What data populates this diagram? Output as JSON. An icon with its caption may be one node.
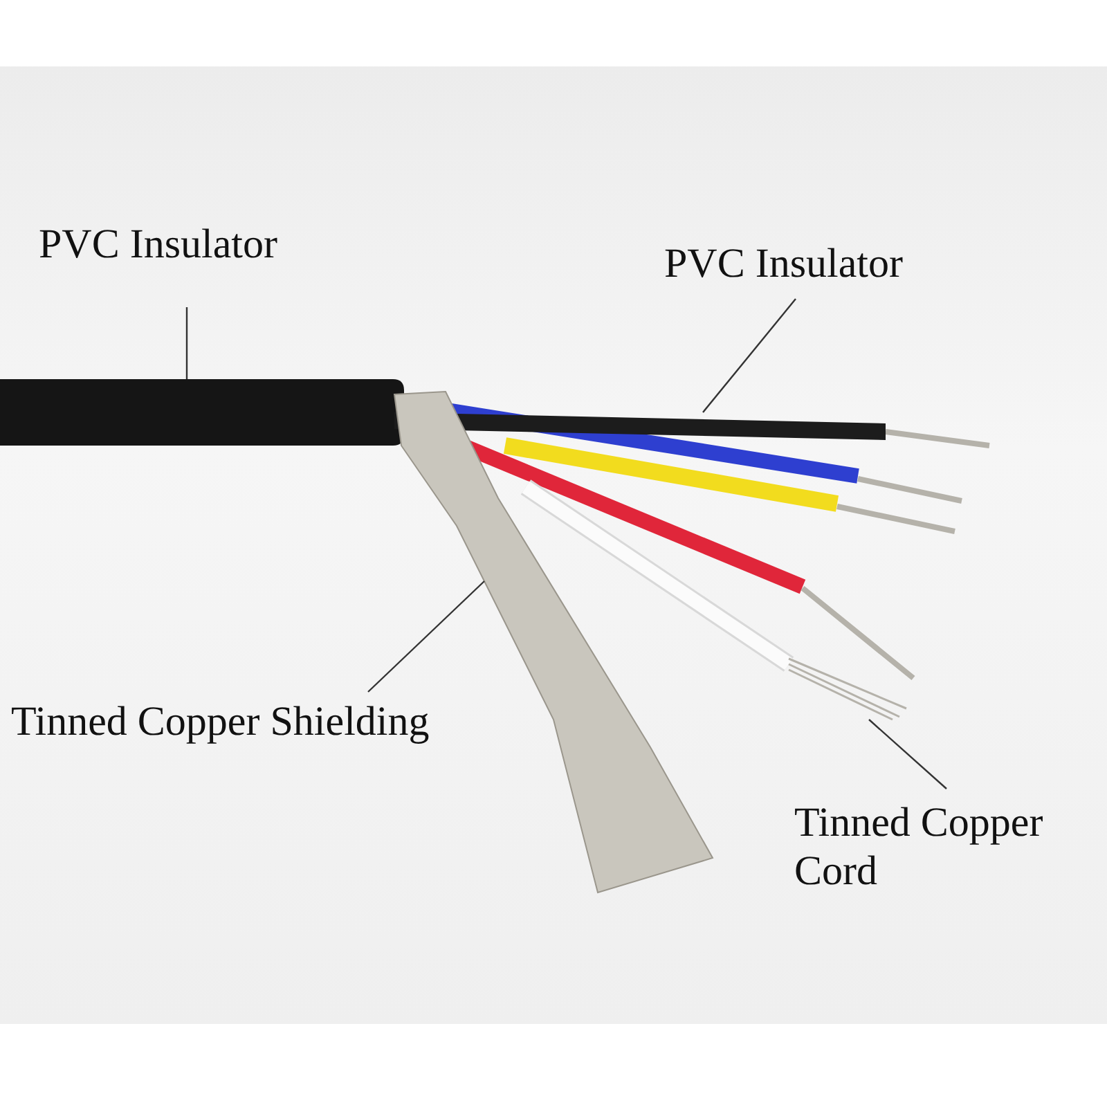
{
  "diagram": {
    "nodes": [
      {
        "text": [
          "PVC Insulator"
        ]
      },
      {
        "text": [
          "PVC Insulator"
        ]
      },
      {
        "text": [
          "Tinned Copper Shielding"
        ]
      },
      {
        "text": [
          "Tinned Copper Cord"
        ]
      },
      {
        "text": [],
        "shape": "bar"
      },
      {
        "text": [],
        "shape": "bar"
      },
      {
        "text": [],
        "shape": "picture"
      },
      {
        "text": [],
        "shape": "picture"
      }
    ],
    "edges": [
      {
        "from": 0,
        "to": 4,
        "arrow": "none"
      },
      {
        "from": 1,
        "to": 5,
        "arrow": "none"
      },
      {
        "from": 2,
        "to": 6,
        "arrow": "none"
      },
      {
        "from": 3,
        "to": 7,
        "arrow": "none"
      }
    ]
  }
}
